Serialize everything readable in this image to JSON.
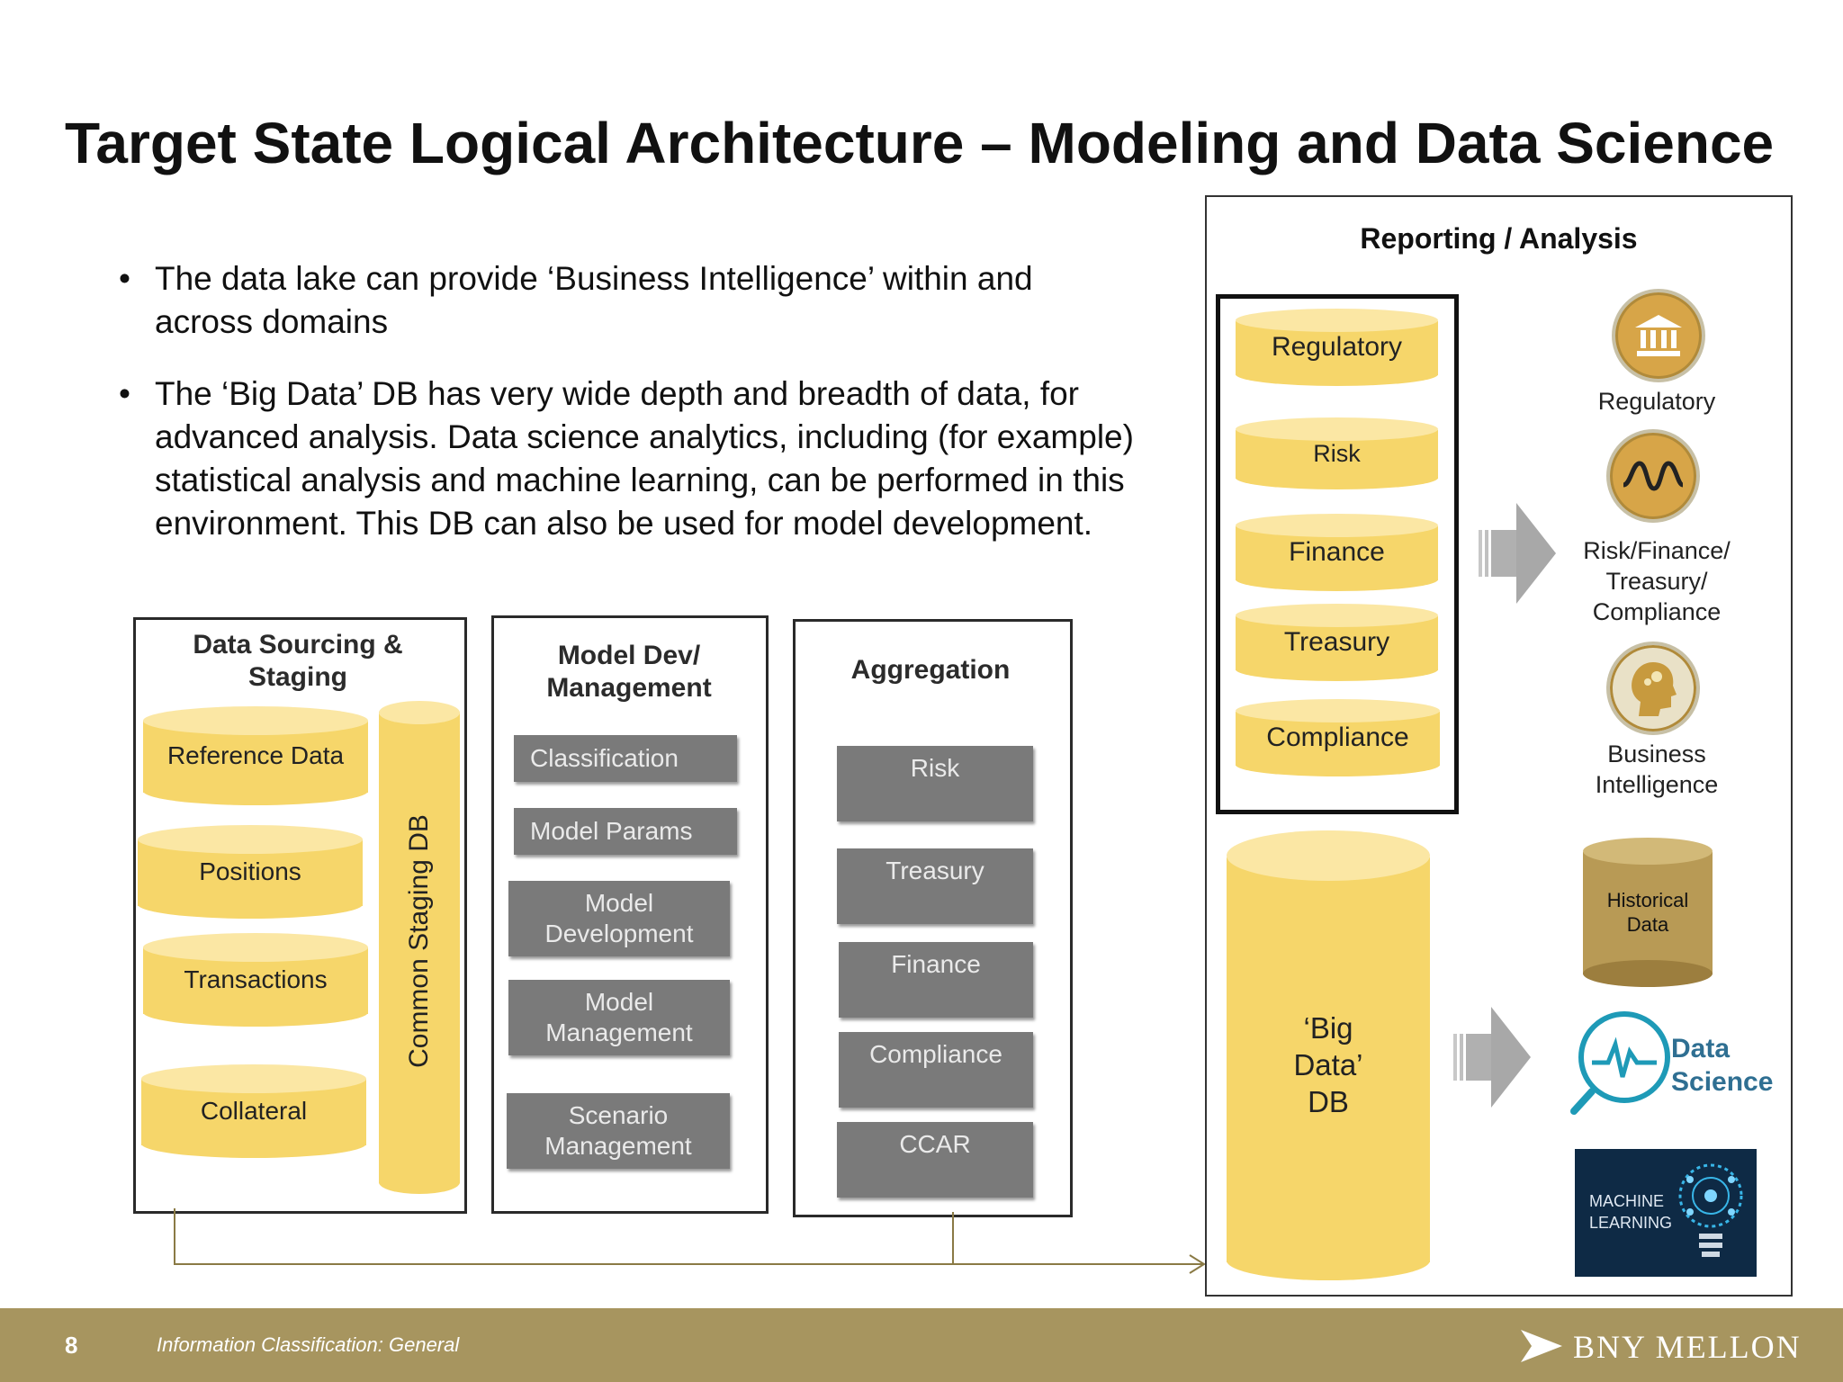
{
  "slide": {
    "title": "Target State Logical Architecture – Modeling and Data Science",
    "bullets": [
      "The data lake can provide ‘Business Intelligence’ within and across domains",
      "The ‘Big Data’ DB has very wide depth and breadth of data, for advanced analysis. Data science analytics, including (for example) statistical analysis and machine learning, can be performed in this environment. This DB can also be used for model development."
    ],
    "bullet_symbol": "•"
  },
  "sourcing": {
    "title": "Data Sourcing & Staging",
    "items": [
      "Reference Data",
      "Positions",
      "Transactions",
      "Collateral"
    ],
    "staging_db": "Common Staging DB"
  },
  "model_dev": {
    "title": "Model Dev/ Management",
    "items": [
      "Classification",
      "Model Params",
      "Model Development",
      "Model Management",
      "Scenario Management"
    ]
  },
  "aggregation": {
    "title": "Aggregation",
    "items": [
      "Risk",
      "Treasury",
      "Finance",
      "Compliance",
      "CCAR"
    ]
  },
  "reporting": {
    "title": "Reporting / Analysis",
    "marts": [
      "Regulatory",
      "Risk",
      "Finance",
      "Treasury",
      "Compliance"
    ],
    "big_data": "‘Big Data’ DB",
    "consumers": [
      {
        "label": "Regulatory",
        "icon": "bank-icon"
      },
      {
        "label": "Risk/Finance/ Treasury/ Compliance",
        "icon": "waveform-icon"
      },
      {
        "label": "Business Intelligence",
        "icon": "head-icon"
      }
    ],
    "historical": "Historical Data",
    "data_science": "Data Science",
    "machine_learning": "MACHINE LEARNING"
  },
  "footer": {
    "page_number": "8",
    "classification": "Information Classification: General",
    "brand": "BNY MELLON"
  },
  "colors": {
    "cylinder": "#f6d66a",
    "grey_box": "#7a7a7a",
    "footer": "#a7955f",
    "connector": "#8a7a45"
  }
}
